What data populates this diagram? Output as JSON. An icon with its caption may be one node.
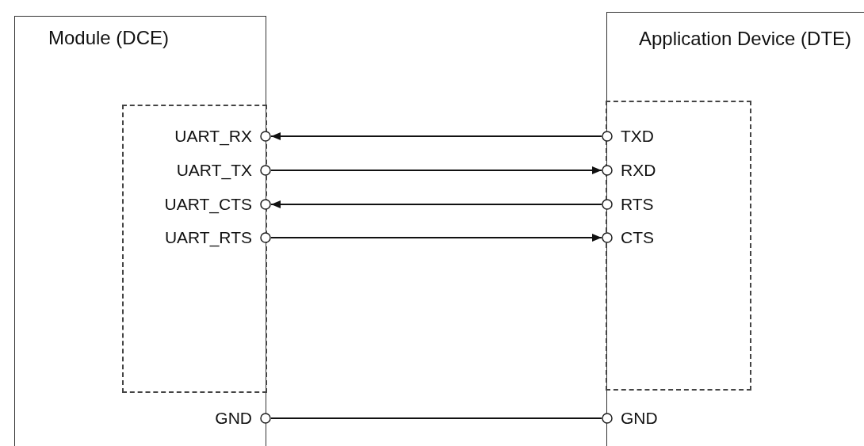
{
  "diagram": {
    "nodes": [
      {
        "text": [
          "Module (DCE)"
        ]
      },
      {
        "text": [
          "Application Device (DTE)"
        ]
      },
      {
        "text": [],
        "shape": "box",
        "in": 0
      },
      {
        "text": [
          "UART_RX"
        ],
        "in": 2
      },
      {
        "text": [
          "UART_TX"
        ],
        "in": 2
      },
      {
        "text": [
          "UART_CTS"
        ],
        "in": 2
      },
      {
        "text": [
          "UART_RTS"
        ],
        "in": 2
      },
      {
        "text": [
          "GND"
        ],
        "in": 0
      },
      {
        "text": [],
        "shape": "box",
        "in": 1
      },
      {
        "text": [
          "TXD"
        ],
        "in": 8
      },
      {
        "text": [
          "RXD"
        ],
        "in": 8
      },
      {
        "text": [
          "RTS"
        ],
        "in": 8
      },
      {
        "text": [
          "CTS"
        ],
        "in": 8
      },
      {
        "text": [
          "GND"
        ],
        "in": 1
      }
    ],
    "edges": [
      {
        "from": 9,
        "to": 3,
        "arrow": "to"
      },
      {
        "from": 4,
        "to": 10,
        "arrow": "to"
      },
      {
        "from": 11,
        "to": 5,
        "arrow": "to"
      },
      {
        "from": 6,
        "to": 12,
        "arrow": "to"
      },
      {
        "from": 7,
        "to": 13,
        "arrow": "none"
      }
    ]
  }
}
